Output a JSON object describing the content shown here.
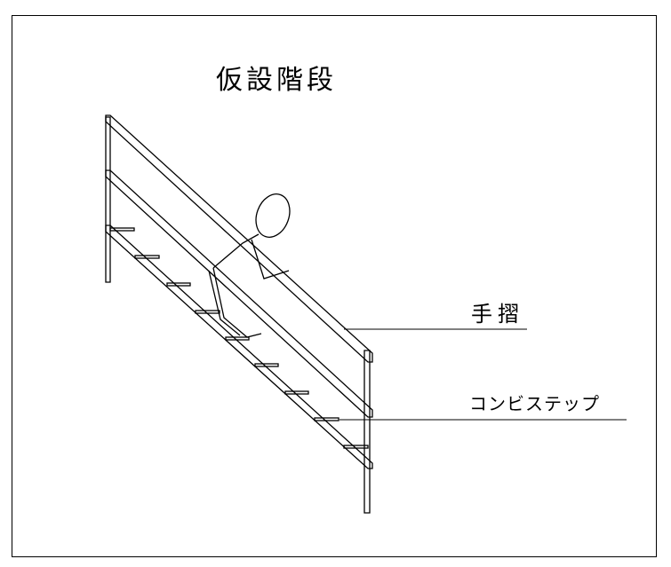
{
  "diagram": {
    "title": "仮設階段",
    "labels": {
      "handrail": "手摺",
      "step": "コンビステップ"
    },
    "colors": {
      "line": "#000000",
      "background": "#ffffff"
    }
  }
}
